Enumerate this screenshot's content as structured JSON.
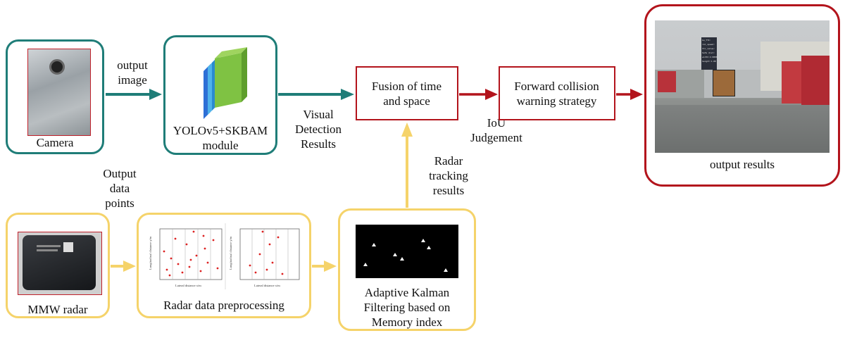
{
  "camera": {
    "label": "Camera"
  },
  "edge_output_image": "output\nimage",
  "yolo": {
    "label": "YOLOv5+SKBAM\nmodule"
  },
  "edge_visual": "Visual\nDetection\nResults",
  "fusion": {
    "label": "Fusion of time\nand space"
  },
  "edge_iou": "IoU\nJudgement",
  "fcw": {
    "label": "Forward collision\nwarning strategy"
  },
  "output": {
    "label": "output results",
    "sign_lines": [
      "Gu_TTC:",
      "rel_speed:",
      "ttc_value:",
      "Safe dist:",
      "width:2.0000",
      "height:1.00"
    ]
  },
  "edge_output_points": "Output\ndata\npoints",
  "radar": {
    "label": "MMW radar"
  },
  "preprocess": {
    "label": "Radar data preprocessing",
    "ylabel": "Longitudinal distance y/m",
    "xlabel": "Lateral distance x/m"
  },
  "edge_radar_tracking": "Radar\ntracking\nresults",
  "kalman": {
    "label": "Adaptive Kalman\nFiltering based on\nMemory index"
  },
  "colors": {
    "teal": "#1f7d78",
    "yellow": "#f5d36a",
    "red": "#b3141c"
  }
}
